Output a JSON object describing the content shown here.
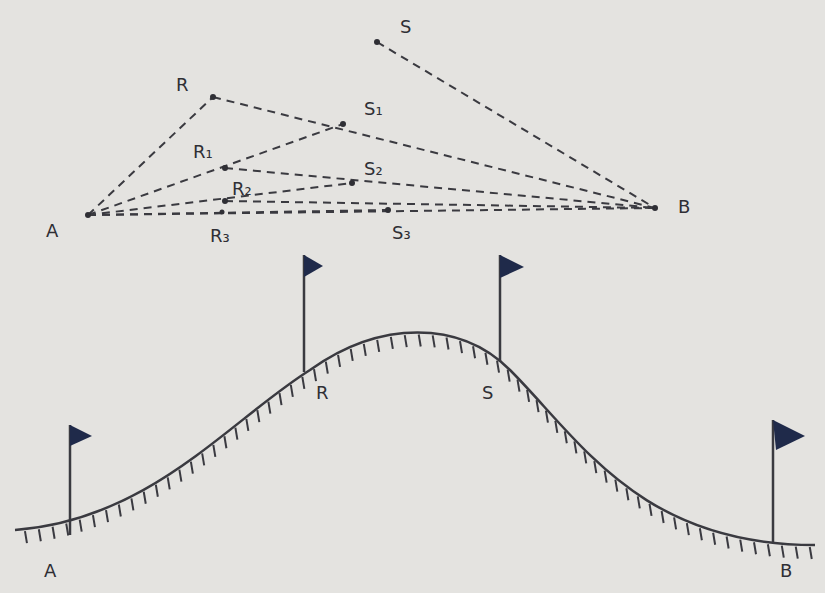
{
  "diagram": {
    "labels": [
      "S",
      "R",
      "S₁",
      "R₁",
      "S₂",
      "R₂",
      "A",
      "B",
      "S₃",
      "R₃",
      "R",
      "S",
      "A",
      "B"
    ]
  }
}
